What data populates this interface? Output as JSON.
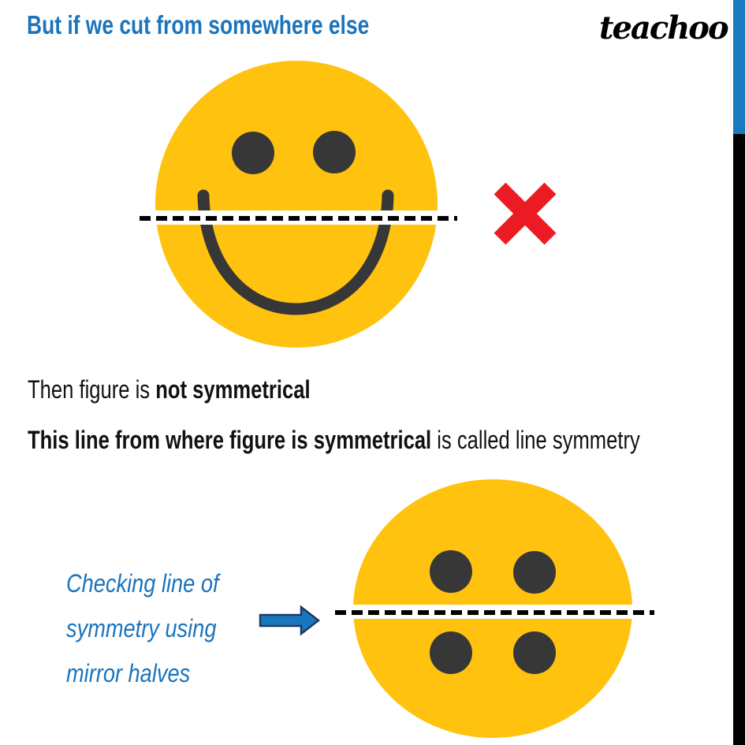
{
  "page": {
    "title": "But if we cut from somewhere else",
    "brand": "teachoo"
  },
  "colors": {
    "title_blue": "#1B74BC",
    "caption_blue": "#1B74BC",
    "face_yellow": "#FFC20E",
    "feature_dark": "#373737",
    "cross_red": "#EC1B23",
    "arrow_fill": "#1878BE",
    "arrow_outline": "#1F3864",
    "sidebar_blue": "#187BC0",
    "sidebar_black": "#000000",
    "cut_line_black": "#000000",
    "band_white": "#FFFFFF"
  },
  "statements": {
    "line1_normal": "Then figure is ",
    "line1_bold": "not symmetrical",
    "line2_bold": "This line from where figure is symmetrical",
    "line2_normal": " is called line symmetry"
  },
  "caption": {
    "lines": [
      "Checking line of",
      "symmetry using",
      "mirror halves"
    ]
  },
  "icons": {
    "cross_icon": "✕",
    "arrow_right_icon": "→"
  }
}
